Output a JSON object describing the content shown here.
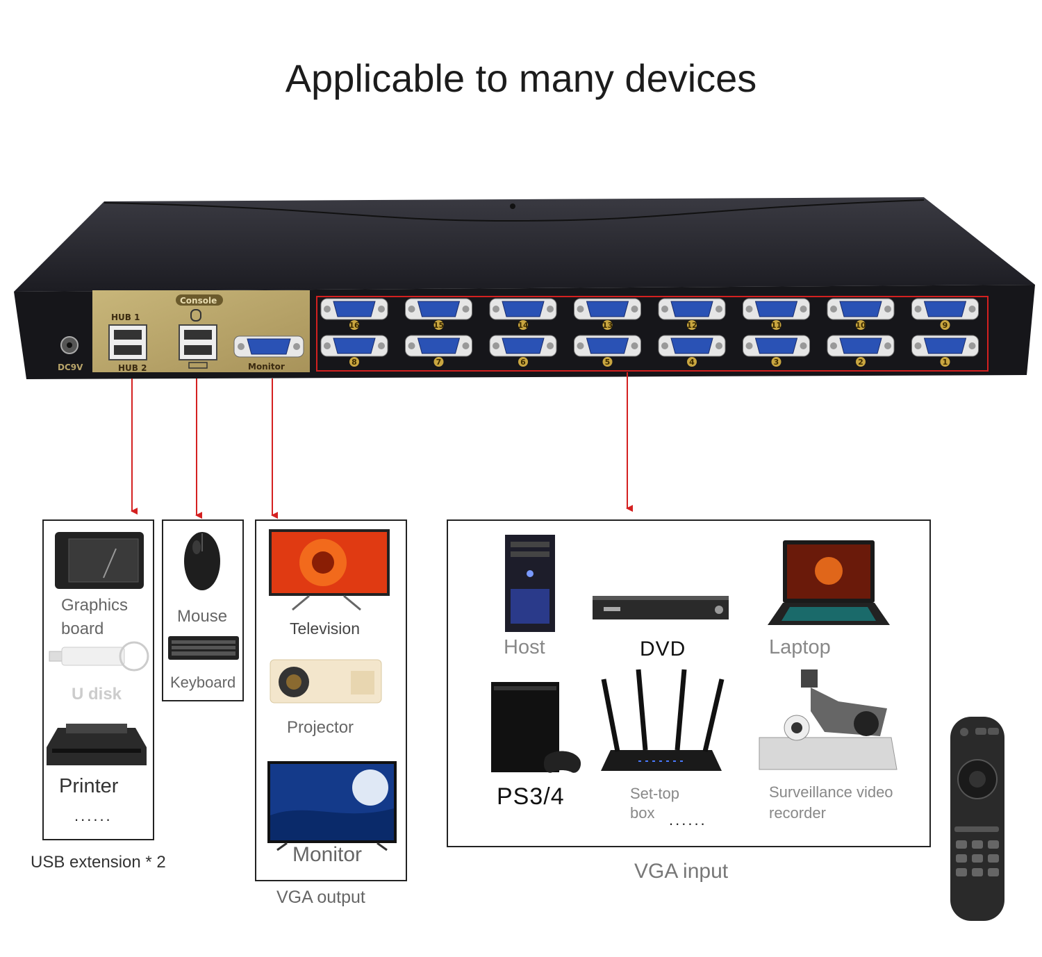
{
  "title": "Applicable to many devices",
  "device": {
    "power_label": "DC9V",
    "hub1_label": "HUB 1",
    "hub2_label": "HUB 2",
    "console_label": "Console",
    "monitor_port_label": "Monitor",
    "top_row_ports": [
      "16",
      "15",
      "14",
      "13",
      "12",
      "11",
      "10",
      "9"
    ],
    "bottom_row_ports": [
      "8",
      "7",
      "6",
      "5",
      "4",
      "3",
      "2",
      "1"
    ]
  },
  "usb_box": {
    "items": [
      "Graphics",
      "board",
      "U disk",
      "Printer",
      "......"
    ],
    "caption": "USB extension * 2"
  },
  "console_box": {
    "items": [
      "Mouse",
      "Keyboard"
    ]
  },
  "output_box": {
    "items": [
      "Television",
      "Projector",
      "Monitor"
    ],
    "caption": "VGA output"
  },
  "input_box": {
    "items": [
      "Host",
      "DVD",
      "Laptop",
      "PS3/4",
      "Set-top",
      "box",
      "......",
      "Surveillance video",
      "recorder"
    ],
    "caption": "VGA input"
  },
  "colors": {
    "arrow": "#d42020",
    "device_body": "#2b2b30",
    "gold_panel": "#b9a56a",
    "vga_blue": "#2a52b5"
  }
}
